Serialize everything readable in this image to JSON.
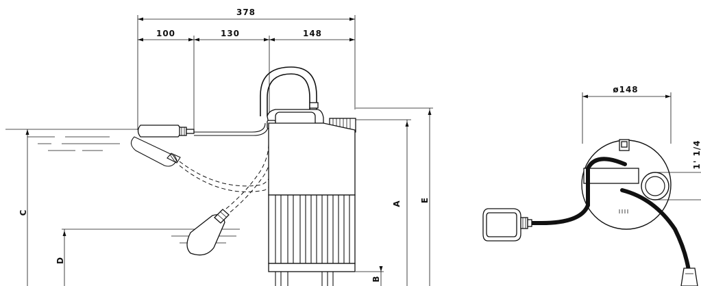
{
  "dimensions": {
    "overall_width": "378",
    "float_offset": "100",
    "cable_span": "130",
    "body_width": "148",
    "diameter": "ø148",
    "outlet_size": "1' 1/4"
  },
  "height_labels": {
    "a": "A",
    "b": "B",
    "c": "C",
    "d": "D",
    "e": "E"
  }
}
